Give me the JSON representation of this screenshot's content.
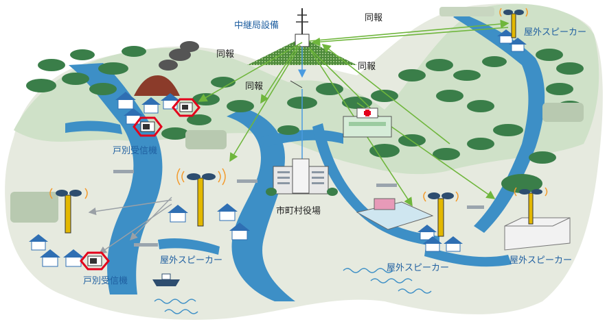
{
  "labels": {
    "relay": "中継局設備",
    "broadcast": "同報",
    "outdoor_speaker": "屋外スピーカー",
    "home_receiver": "戸別受信機",
    "town_hall": "市町村役場"
  },
  "colors": {
    "land": "#e8ece0",
    "hill": "#cfe1c8",
    "forest": "#3a7e49",
    "river": "#3d8fc6",
    "arrow": "#6fb63c",
    "radio_link": "#4a9be0",
    "label_blue": "#1f5fa0",
    "receiver_ring": "#e3001b",
    "house_roof": "#2f6fb3"
  }
}
